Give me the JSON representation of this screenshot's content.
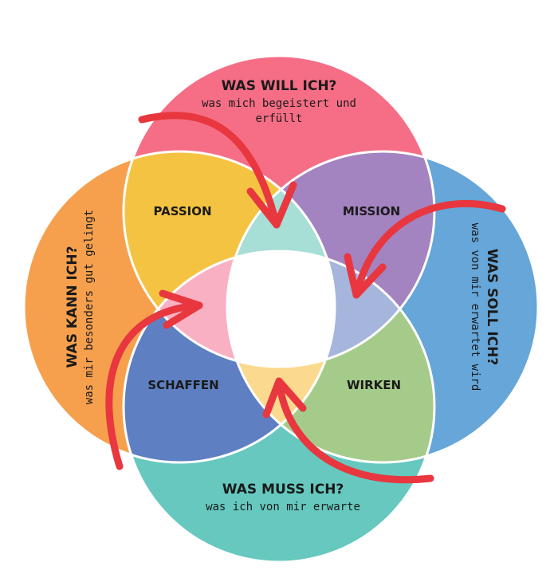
{
  "colors": {
    "top": "#f56e86",
    "left": "#f6a04e",
    "right": "#66a6d8",
    "bottom": "#66c8bf",
    "passion": "#f5c342",
    "mission": "#a383c0",
    "schaffen": "#5e80c2",
    "wirken": "#a5cb8b",
    "overlap_top": "#a7ded6",
    "overlap_left": "#f9b0c3",
    "overlap_right": "#a5b5dc",
    "overlap_bottom": "#fbd98e",
    "center": "#ffffff",
    "arrow": "#e8373e"
  },
  "questions": {
    "top": {
      "title": "WAS WILL ICH?",
      "line1": "was mich begeistert und",
      "line2": "erfüllt"
    },
    "left": {
      "title": "WAS KANN ICH?",
      "line1": "was mir besonders gut gelingt"
    },
    "right": {
      "title": "WAS SOLL ICH?",
      "line1": "was von mir erwartet wird"
    },
    "bottom": {
      "title": "WAS MUSS ICH?",
      "line1": "was ich von mir erwarte"
    }
  },
  "zones": {
    "passion": "PASSION",
    "mission": "MISSION",
    "schaffen": "SCHAFFEN",
    "wirken": "WIRKEN"
  }
}
